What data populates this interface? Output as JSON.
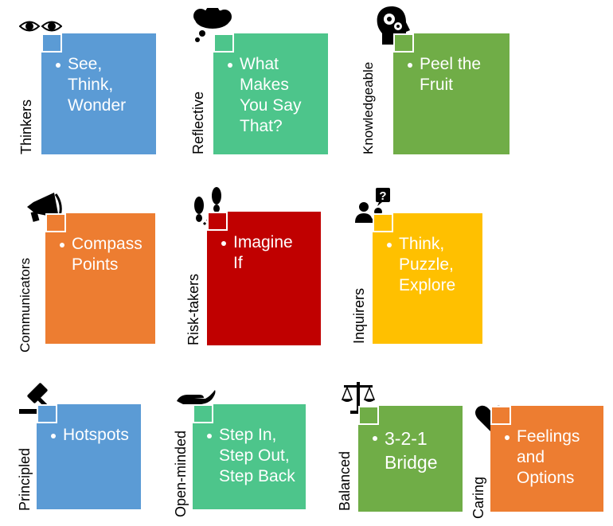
{
  "items": [
    {
      "attribute": "Thinkers",
      "routine": "See,\nThink,\nWonder",
      "icon": "eyes-icon",
      "color": "#5b9bd5"
    },
    {
      "attribute": "Reflective",
      "routine": "What\nMakes\nYou Say\nThat?",
      "icon": "thought-cloud-icon",
      "color": "#4dc58b"
    },
    {
      "attribute": "Knowledgeable",
      "routine": "Peel the\nFruit",
      "icon": "head-gears-icon",
      "color": "#70ad47"
    },
    {
      "attribute": "Communicators",
      "routine": "Compass\nPoints",
      "icon": "megaphone-icon",
      "color": "#ed7d31"
    },
    {
      "attribute": "Risk-takers",
      "routine": "Imagine\nIf",
      "icon": "footprints-icon",
      "color": "#c00000"
    },
    {
      "attribute": "Inquirers",
      "routine": "Think,\nPuzzle,\nExplore",
      "icon": "people-question-icon",
      "color": "#ffc000"
    },
    {
      "attribute": "Principled",
      "routine": "Hotspots",
      "icon": "gavel-icon",
      "color": "#5b9bd5"
    },
    {
      "attribute": "Open-minded",
      "routine": "Step In,\nStep Out,\nStep Back",
      "icon": "open-hand-icon",
      "color": "#4dc58b"
    },
    {
      "attribute": "Balanced",
      "routine": "3-2-1\nBridge",
      "icon": "scales-icon",
      "color": "#70ad47"
    },
    {
      "attribute": "Caring",
      "routine": "Feelings\nand\nOptions",
      "icon": "heart-icon",
      "color": "#ed7d31"
    }
  ]
}
